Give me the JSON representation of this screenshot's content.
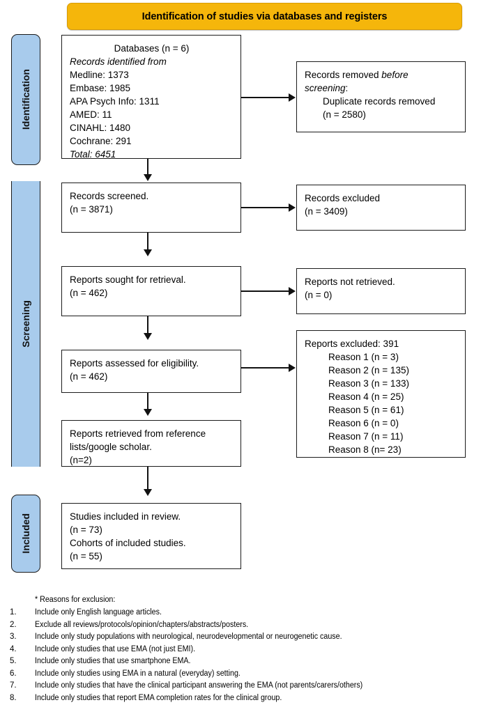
{
  "banner": {
    "title": "Identification of studies via databases and registers",
    "bg_color": "#F5B60B"
  },
  "stages": [
    {
      "label": "Identification"
    },
    {
      "label": "Screening"
    },
    {
      "label": "Included"
    }
  ],
  "stage_color": "#A8CBEC",
  "boxes": {
    "databases": {
      "title": "Databases (n = 6)",
      "subtitle": "Records identified from",
      "sources": [
        "Medline: 1373",
        "Embase: 1985",
        "APA Psych Info: 1311",
        "AMED: 11",
        "CINAHL: 1480",
        "Cochrane: 291"
      ],
      "total": "Total: 6451"
    },
    "removed": {
      "line1_a": "Records removed ",
      "line1_b": "before",
      "line2_a": "screening",
      "line2_b": ":",
      "line3": "Duplicate records removed",
      "line4": "(n = 2580)"
    },
    "screened": {
      "line1": "Records screened.",
      "line2": "(n = 3871)"
    },
    "excluded": {
      "line1": "Records excluded",
      "line2": "(n = 3409)"
    },
    "sought": {
      "line1": "Reports sought for retrieval.",
      "line2": "(n = 462)"
    },
    "not_retrieved": {
      "line1": "Reports not retrieved.",
      "line2": "(n = 0)"
    },
    "assessed": {
      "line1": "Reports assessed for eligibility.",
      "line2": "(n = 462)"
    },
    "reports_excluded": {
      "header": "Reports excluded: 391",
      "reasons": [
        "Reason 1 (n = 3)",
        "Reason 2 (n = 135)",
        "Reason 3 (n = 133)",
        "Reason 4 (n = 25)",
        "Reason 5 (n = 61)",
        "Reason 6 (n = 0)",
        "Reason 7 (n = 11)",
        "Reason 8 (n= 23)"
      ]
    },
    "reference_lists": {
      "line1": "Reports retrieved from reference",
      "line2": "lists/google scholar.",
      "line3": "(n=2)"
    },
    "included": {
      "line1": "Studies included in review.",
      "line2": "(n = 73)",
      "line3": "Cohorts of included studies.",
      "line4": "(n = 55)"
    }
  },
  "footnotes": {
    "heading": "* Reasons for exclusion:",
    "items": [
      {
        "num": "1.",
        "text": "Include only English language articles."
      },
      {
        "num": "2.",
        "text": "Exclude all reviews/protocols/opinion/chapters/abstracts/posters."
      },
      {
        "num": "3.",
        "text": "Include only study populations with neurological, neurodevelopmental or neurogenetic cause."
      },
      {
        "num": "4.",
        "text": "Include only studies that use EMA (not just EMI)."
      },
      {
        "num": "5.",
        "text": "Include only studies that use smartphone EMA."
      },
      {
        "num": "6.",
        "text": "Include only studies using EMA in a natural (everyday) setting."
      },
      {
        "num": "7.",
        "text": "Include only studies that have the clinical participant answering the EMA (not parents/carers/others)"
      },
      {
        "num": "8.",
        "text": "Include only studies that report EMA completion rates for the clinical group."
      }
    ]
  }
}
